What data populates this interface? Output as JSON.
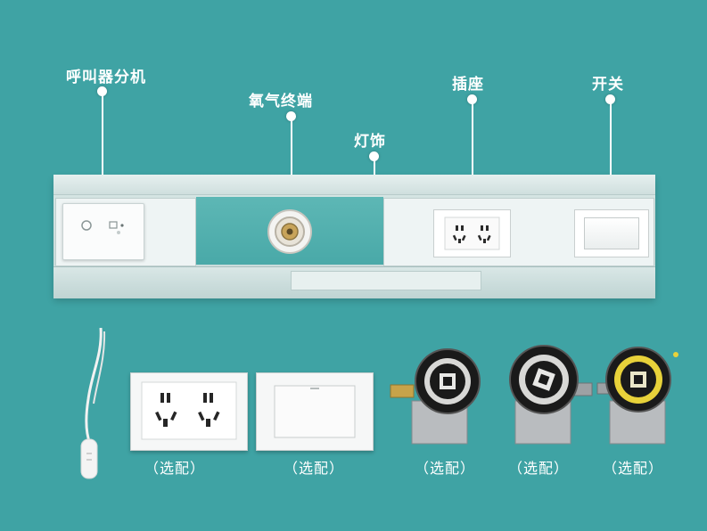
{
  "callouts": {
    "call_unit": "呼叫器分机",
    "oxygen_terminal": "氧气终端",
    "lamp_decoration": "灯饰",
    "socket": "插座",
    "switch": "开关"
  },
  "optional_labels": [
    "（选配）",
    "（选配）",
    "（选配）",
    "（选配）",
    "（选配）"
  ],
  "colors": {
    "background": "#3fa3a4",
    "rail": "#d7e6e5",
    "rail_teal": "#49a9a8",
    "gas_ring_yellow": "#e8d23a",
    "gas_body_black": "#1a1a1a"
  },
  "icons": {
    "call_unit": "call-unit-icon",
    "oxygen_port": "oxygen-port-icon",
    "socket": "power-socket-icon",
    "switch": "rocker-switch-icon",
    "gas_valve": "gas-valve-icon",
    "pendant": "call-pendant-icon"
  }
}
